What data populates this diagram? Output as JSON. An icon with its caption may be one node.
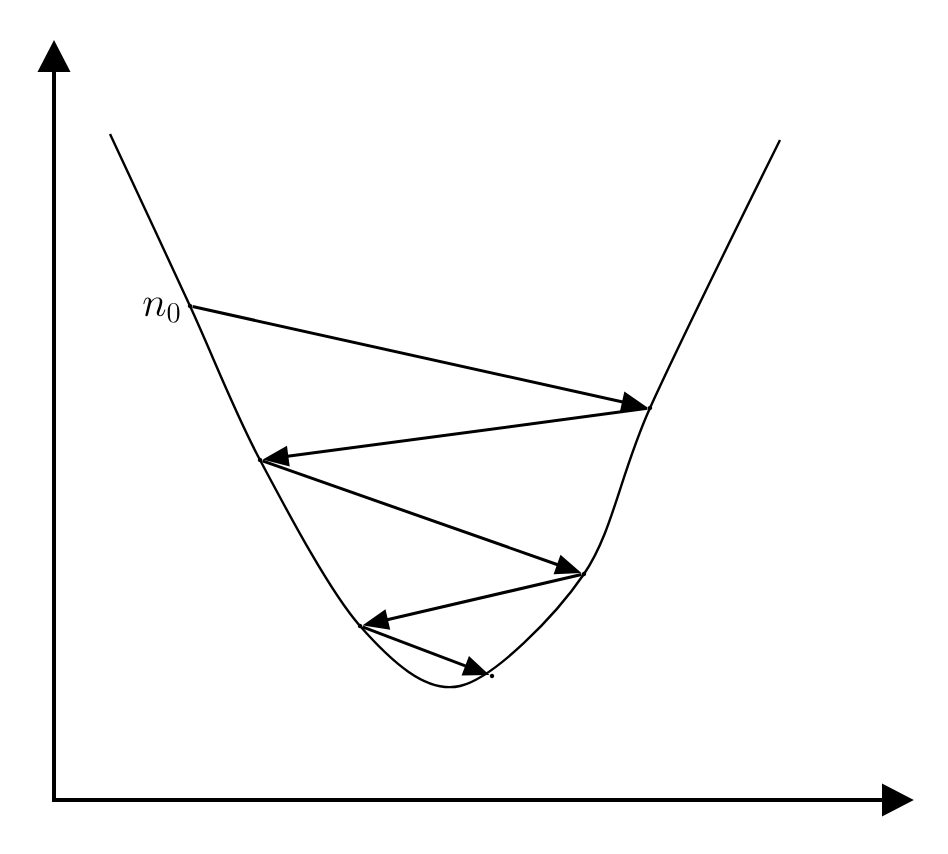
{
  "diagram": {
    "nodes": [
      {
        "text": [],
        "shape": "point",
        "beside": [
          "n_0"
        ]
      },
      {
        "text": [],
        "shape": "point"
      },
      {
        "text": [],
        "shape": "point"
      },
      {
        "text": [],
        "shape": "point"
      },
      {
        "text": [],
        "shape": "point"
      },
      {
        "text": [],
        "shape": "point"
      }
    ],
    "edges": [
      {
        "from": 0,
        "to": 1,
        "arrow": "to"
      },
      {
        "from": 1,
        "to": 2,
        "arrow": "to"
      },
      {
        "from": 2,
        "to": 3,
        "arrow": "to"
      },
      {
        "from": 3,
        "to": 4,
        "arrow": "to"
      },
      {
        "from": 4,
        "to": 5,
        "arrow": "to"
      }
    ]
  }
}
